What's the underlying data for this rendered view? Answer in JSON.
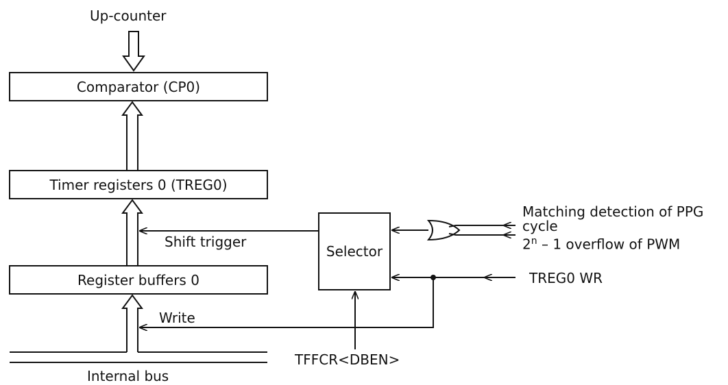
{
  "diagram": {
    "top_label": "Up-counter",
    "comparator": "Comparator (CP0)",
    "timer_registers": "Timer registers 0 (TREG0)",
    "register_buffers": "Register buffers 0",
    "selector": "Selector",
    "shift_trigger": "Shift trigger",
    "write": "Write",
    "bottom_label": "Internal bus",
    "control": "TFFCR<DBEN>",
    "input_ppg_line1": "Matching detection of PPG",
    "input_ppg_line2": "cycle",
    "input_pwm_base": "2",
    "input_pwm_sup": "n",
    "input_pwm_rest": " – 1 overflow of PWM",
    "treg_wr": "TREG0 WR"
  },
  "colors": {
    "line": "#111111",
    "background": "#ffffff"
  }
}
